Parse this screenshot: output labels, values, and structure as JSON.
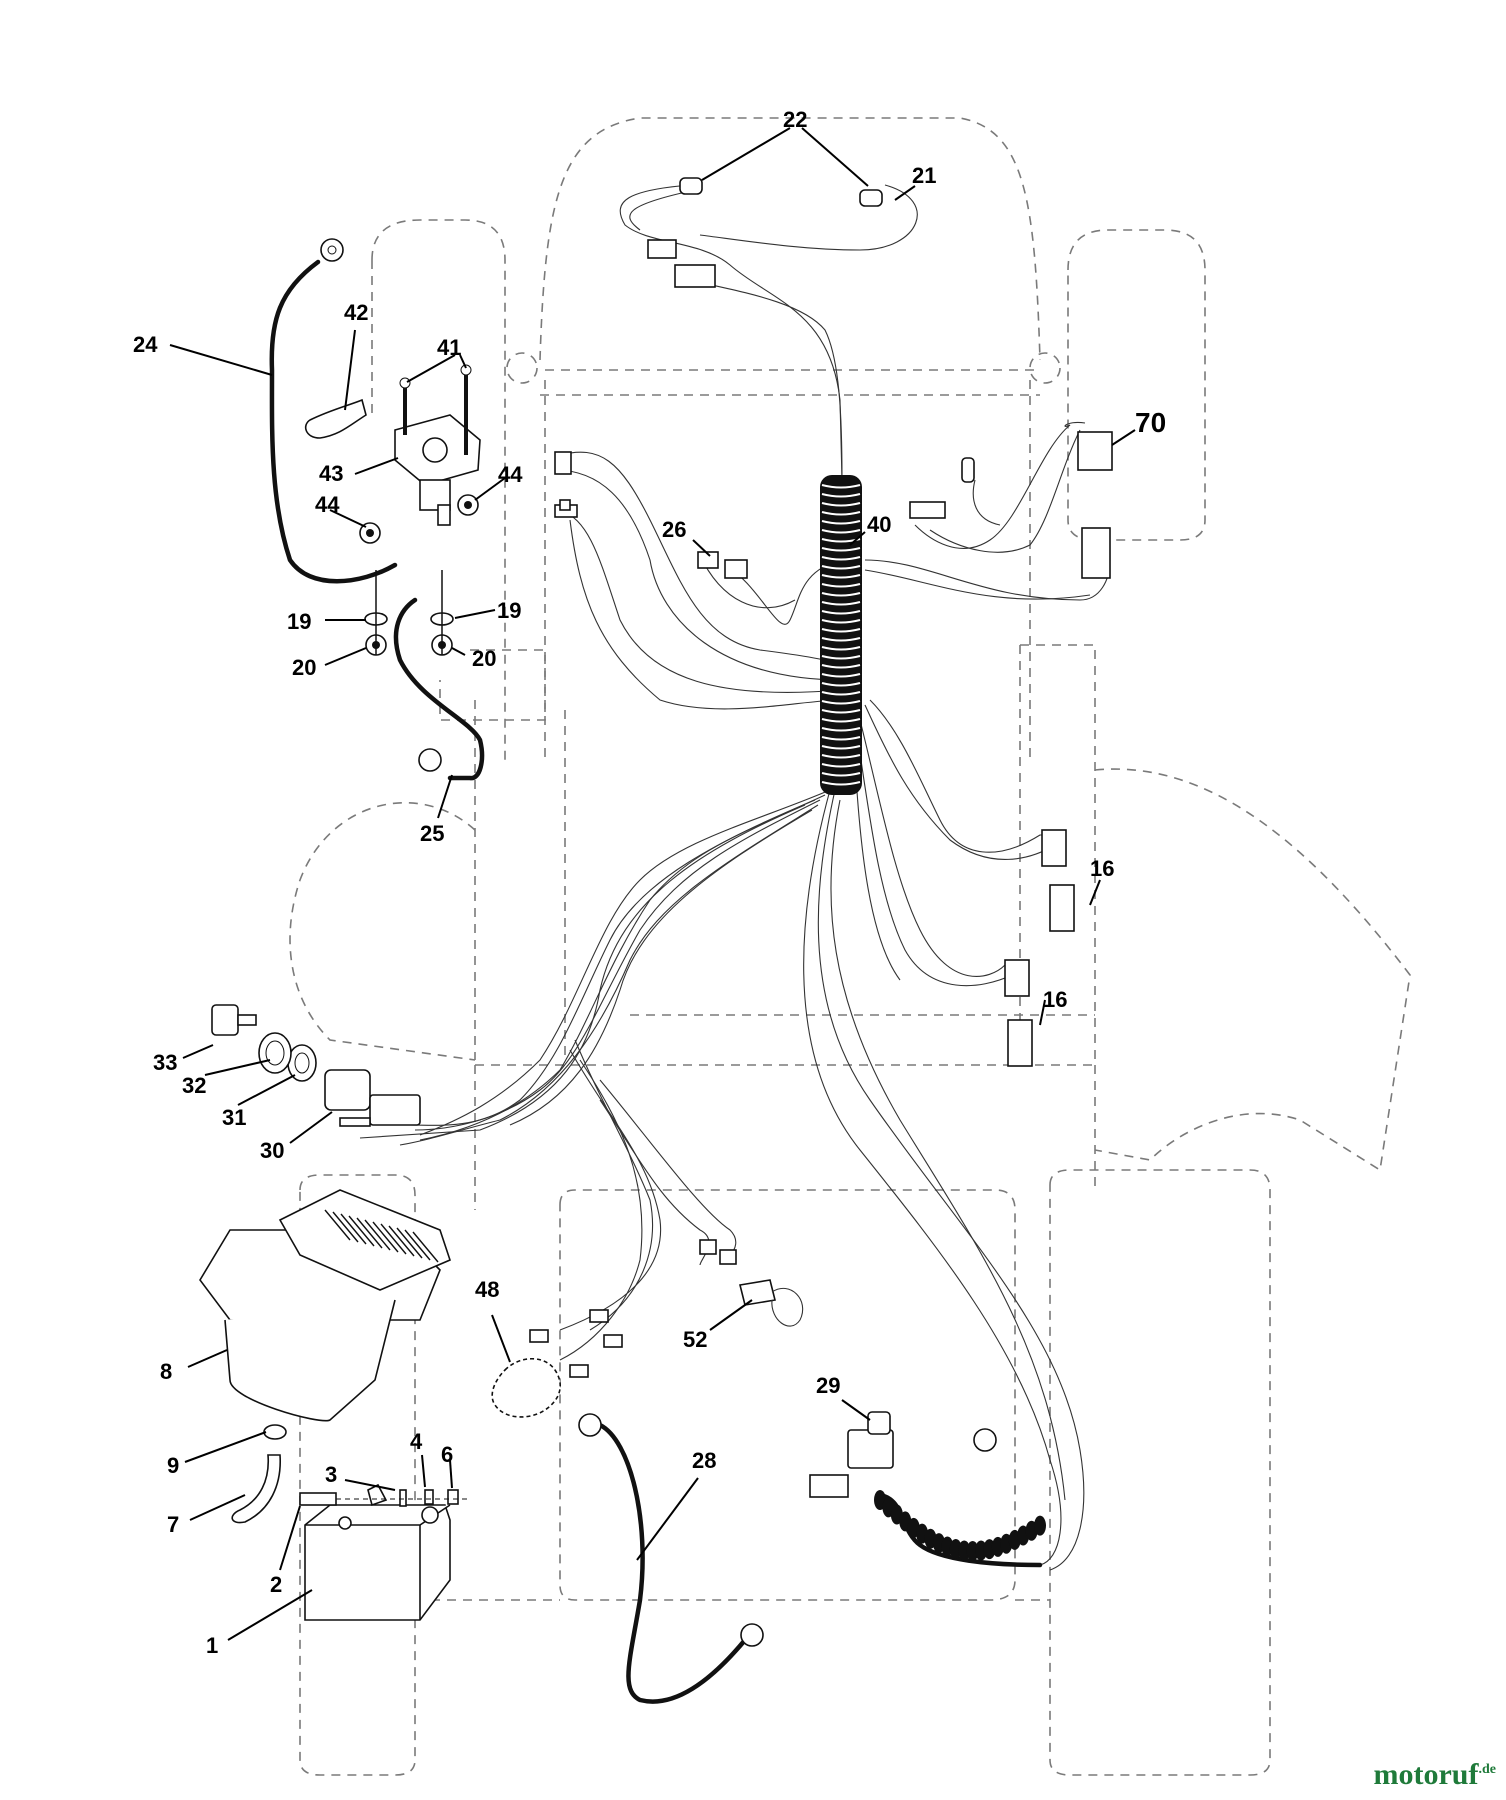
{
  "callouts": {
    "n1": "1",
    "n2": "2",
    "n3": "3",
    "n4": "4",
    "n6": "6",
    "n7": "7",
    "n8": "8",
    "n9": "9",
    "n16a": "16",
    "n16b": "16",
    "n19a": "19",
    "n19b": "19",
    "n20a": "20",
    "n20b": "20",
    "n21": "21",
    "n22": "22",
    "n24": "24",
    "n25": "25",
    "n26": "26",
    "n28": "28",
    "n29": "29",
    "n30": "30",
    "n31": "31",
    "n32": "32",
    "n33": "33",
    "n40": "40",
    "n41": "41",
    "n42": "42",
    "n43": "43",
    "n44a": "44",
    "n44b": "44",
    "n48": "48",
    "n52": "52",
    "n70": "70"
  },
  "watermark": {
    "brand": "motoruf",
    "tld": ".de"
  }
}
